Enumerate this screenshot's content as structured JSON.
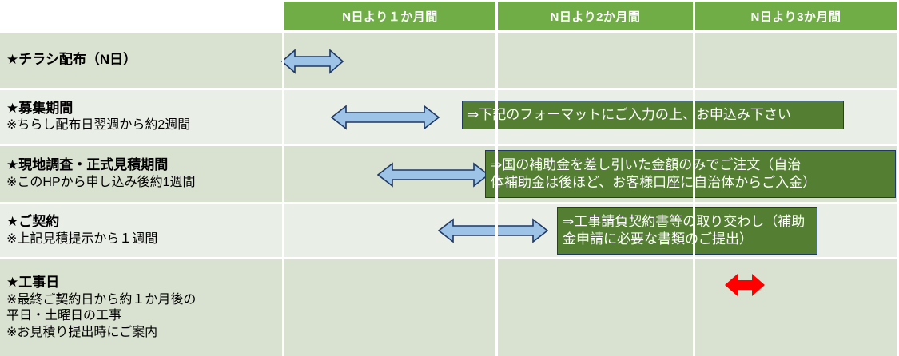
{
  "table": {
    "corner_label": "",
    "columns": [
      {
        "label": "N日より１か月間"
      },
      {
        "label": "N日より2か月間"
      },
      {
        "label": "N日より3か月間"
      }
    ],
    "rows": [
      {
        "title": "★チラシ配布（N日）",
        "notes": []
      },
      {
        "title": "★募集期間",
        "notes": [
          "※ちらし配布日翌週から約2週間"
        ]
      },
      {
        "title": "★現地調査・正式見積期間",
        "notes": [
          "※このHPから申し込み後約1週間"
        ]
      },
      {
        "title": "★ご契約",
        "notes": [
          "※上記見積提示から１週間"
        ]
      },
      {
        "title": "★工事日",
        "notes": [
          "※最終ご契約日から約１か月後の",
          "平日・土曜日の工事",
          "※お見積り提出時にご案内"
        ]
      }
    ],
    "callouts": [
      {
        "lines": [
          "⇒下記のフォーマットにご入力の上、お申込み下さい"
        ]
      },
      {
        "lines": [
          "⇒国の補助金を差し引いた金額のみでご注文（自治",
          "体補助金は後ほど、お客様口座に自治体からご入金）"
        ]
      },
      {
        "lines": [
          "⇒工事請負契約書等の取り交わし（補助",
          "金申請に必要な書類のご提出）"
        ]
      }
    ],
    "arrows": [
      {
        "name": "arrow-row-flyer",
        "color": "#9DC3E6"
      },
      {
        "name": "arrow-row-recruit",
        "color": "#9DC3E6"
      },
      {
        "name": "arrow-row-survey",
        "color": "#9DC3E6"
      },
      {
        "name": "arrow-row-contract",
        "color": "#9DC3E6"
      },
      {
        "name": "arrow-row-construction",
        "color": "#FF0000"
      }
    ]
  },
  "colors": {
    "header_green": "#70AD47",
    "row_dark": "#D9E2D0",
    "row_light": "#E9EEE6",
    "callout_green": "#547F33",
    "callout_border": "#1F3864",
    "arrow_blue_fill": "#9DC3E6",
    "arrow_blue_stroke": "#1F3864",
    "arrow_red": "#FF0000"
  }
}
